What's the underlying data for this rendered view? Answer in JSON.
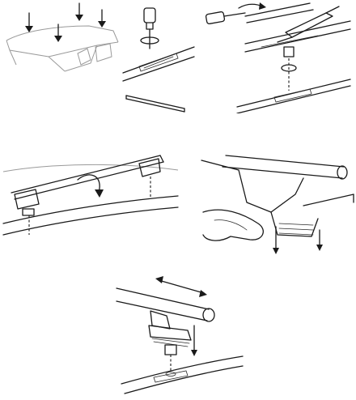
{
  "figure": {
    "steps": [
      {
        "id": "step-1"
      },
      {
        "id": "step-2"
      },
      {
        "id": "step-3"
      },
      {
        "id": "step-4"
      },
      {
        "id": "step-5"
      },
      {
        "id": "step-6"
      }
    ]
  }
}
